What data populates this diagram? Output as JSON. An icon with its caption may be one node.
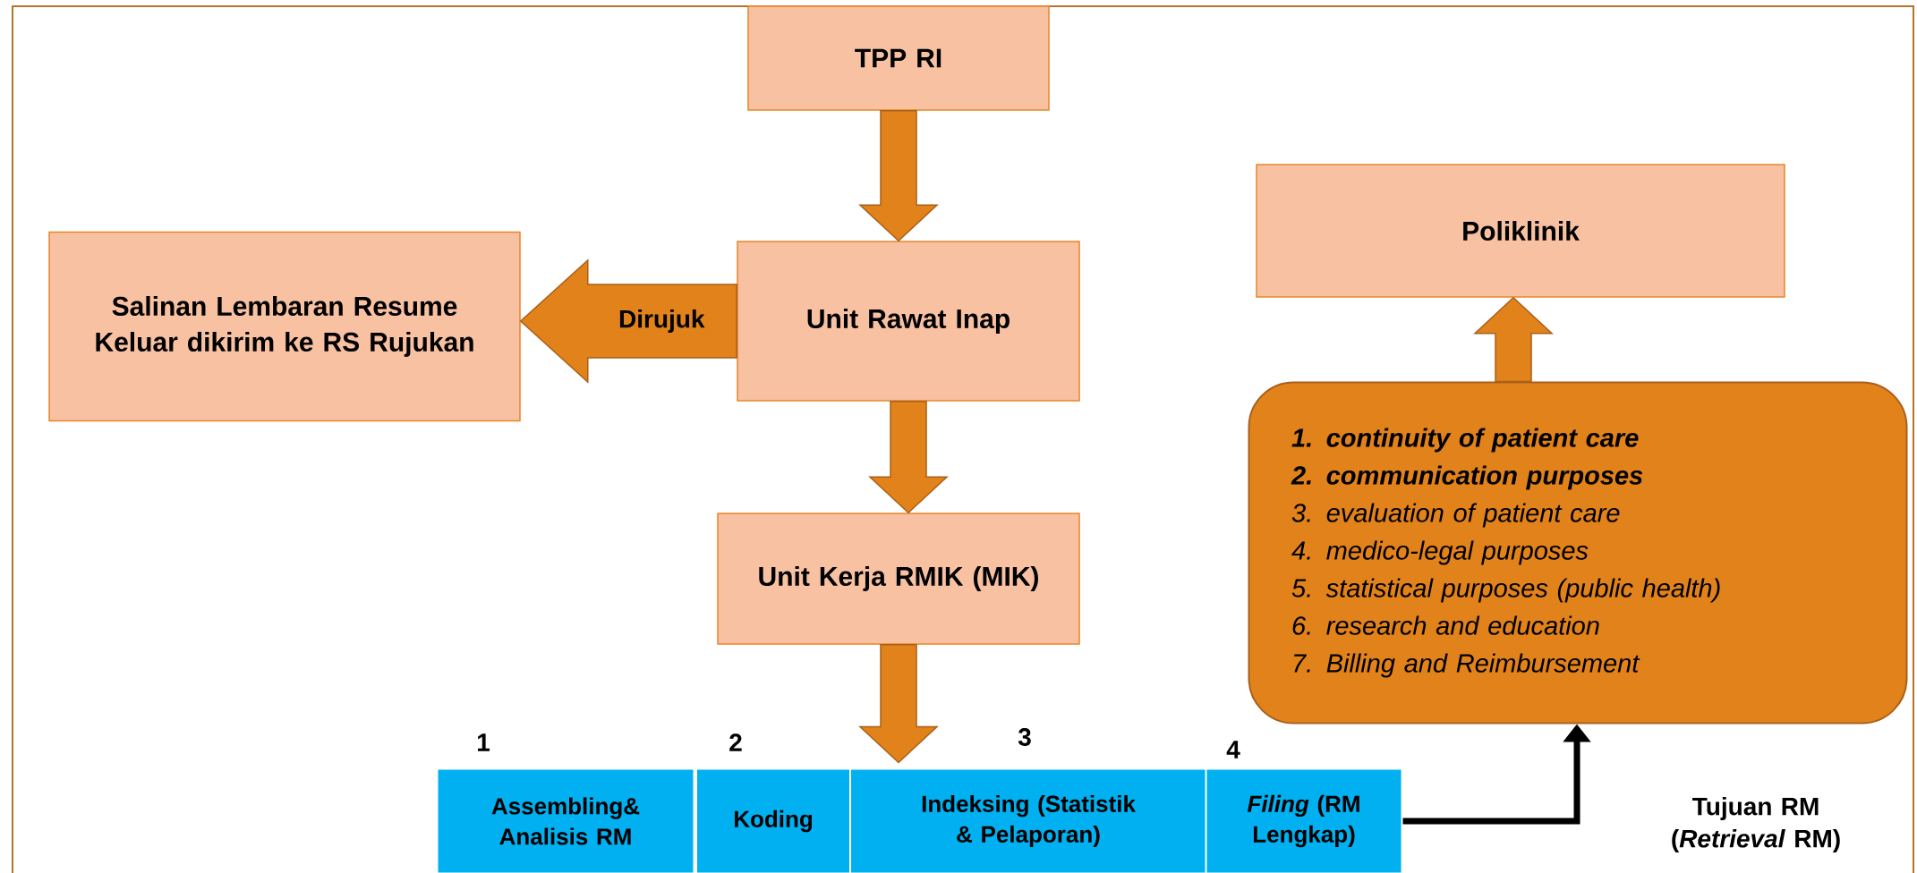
{
  "diagram": {
    "nodes": [
      {
        "text": [
          "TPP RI"
        ]
      },
      {
        "text": [
          "Salinan Lembaran Resume Keluar dikirim ke RS Rujukan"
        ]
      },
      {
        "text": [
          "Unit Rawat Inap"
        ]
      },
      {
        "text": [
          "Poliklinik"
        ]
      },
      {
        "text": [
          "Unit Kerja RMIK (MIK)"
        ]
      },
      {
        "text": [
          "1. continuity of patient care",
          "2. communication purposes",
          "3. evaluation of patient care",
          "4. medico-legal purposes",
          "5. statistical purposes (public health)",
          "6. research and education",
          "7. Billing and Reimbursement"
        ]
      },
      {
        "text": [
          "Assembling& Analisis RM"
        ],
        "beside": [
          "1"
        ]
      },
      {
        "text": [
          "Koding"
        ],
        "beside": [
          "2"
        ]
      },
      {
        "text": [
          "Indeksing (Statistik & Pelaporan)"
        ],
        "beside": [
          "3"
        ]
      },
      {
        "text": [
          "*Filing* (RM Lengkap)"
        ],
        "beside": [
          "4"
        ]
      }
    ],
    "edges": [
      {
        "from": 0,
        "to": 2,
        "arrow": "to"
      },
      {
        "from": 2,
        "to": 1,
        "arrow": "to",
        "label": "Dirujuk"
      },
      {
        "from": 2,
        "to": 4,
        "arrow": "to"
      },
      {
        "from": 4,
        "to": 8,
        "arrow": "to"
      },
      {
        "from": 5,
        "to": 3,
        "arrow": "to"
      },
      {
        "from": 9,
        "to": 5,
        "arrow": "to",
        "label": "Tujuan RM (*Retrieval* RM)",
        "color": "#000000"
      }
    ]
  }
}
